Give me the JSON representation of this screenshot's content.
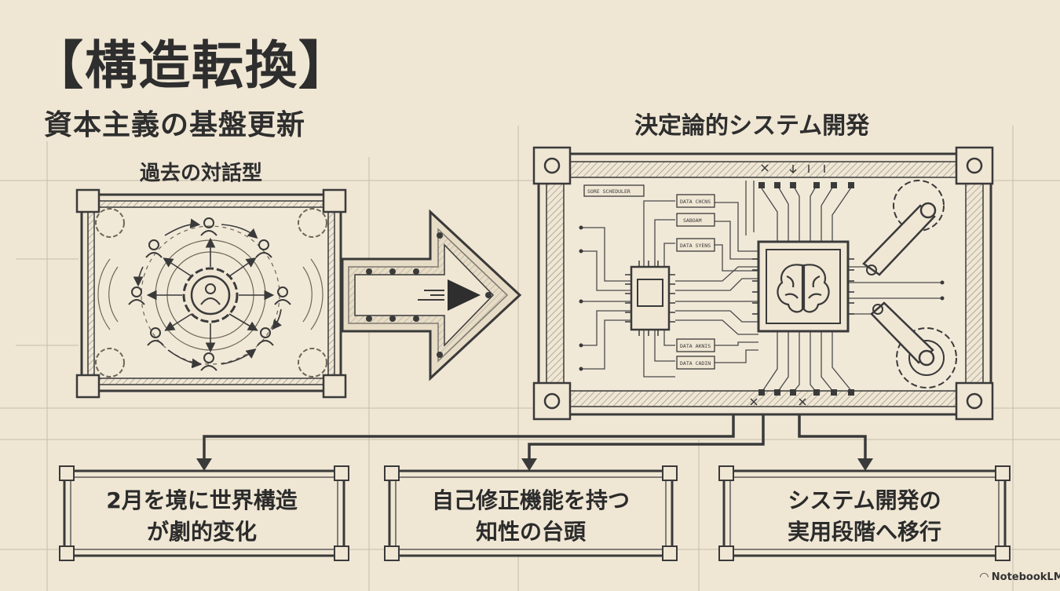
{
  "title": "【構造転換】",
  "subtitle": "資本主義の基盤更新",
  "past_label": "過去の対話型",
  "system_label": "決定論的システム開発",
  "chip_labels": [
    "DATA CHCNS",
    "SABOAM",
    "DATA SYENS",
    "DATA AKNIS",
    "DATA CADIN",
    "SORE SCHEDULER"
  ],
  "boxes": [
    {
      "line1": "2月を境に世界構造",
      "line2": "が劇的変化"
    },
    {
      "line1": "自己修正機能を持つ",
      "line2": "知性の台頭"
    },
    {
      "line1": "システム開発の",
      "line2": "実用段階へ移行"
    }
  ],
  "logo": "NotebookLM",
  "colors": {
    "background": "#efe6d4",
    "ink": "#2e2e2e",
    "line": "#3a3a3a",
    "grid": "#bdb3a0",
    "hatch": "#8c8578"
  },
  "icons": [
    "people-icon",
    "gear-icon",
    "arrow-icon",
    "chip-icon",
    "brain-icon",
    "robot-arm-icon",
    "notebooklm-logo-icon"
  ]
}
